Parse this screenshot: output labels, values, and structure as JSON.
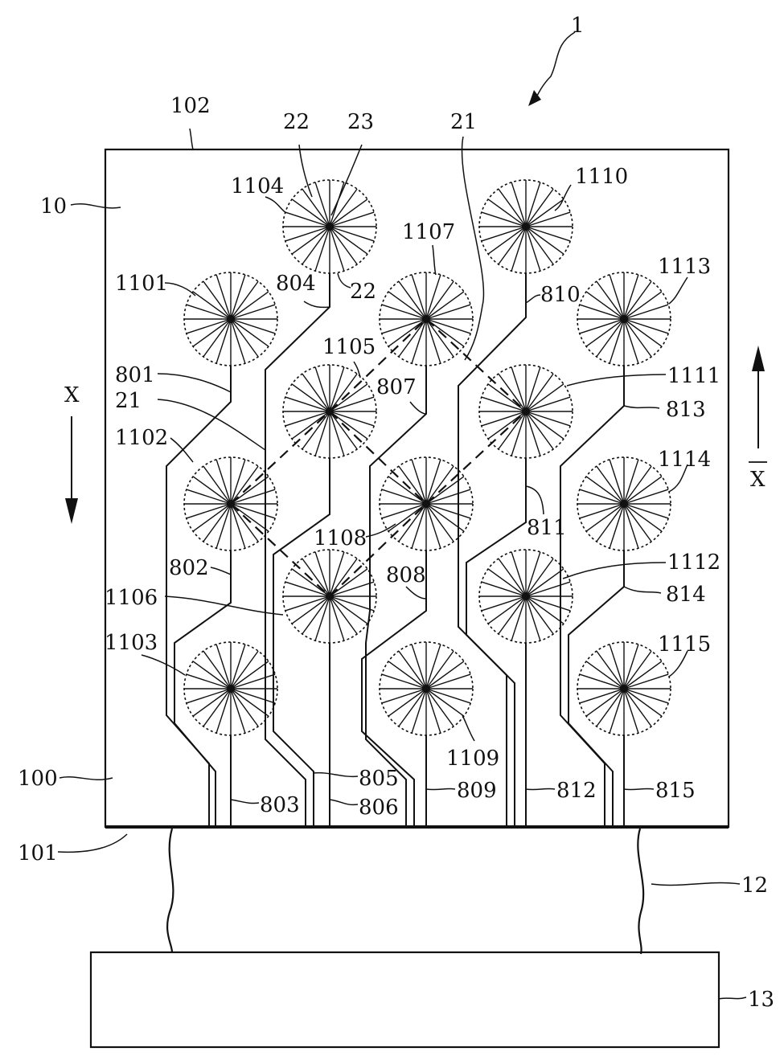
{
  "figure": {
    "device_ref": "1",
    "panel": {
      "ref": "10",
      "edge_top": "102",
      "edge_bottom": "101",
      "area": "100"
    },
    "flex_cable_ref": "12",
    "controller_ref": "13",
    "direction": {
      "forward": "X",
      "reverse": "X"
    }
  },
  "pads": [
    {
      "ref": "1101"
    },
    {
      "ref": "1102"
    },
    {
      "ref": "1103"
    },
    {
      "ref": "1104"
    },
    {
      "ref": "1105"
    },
    {
      "ref": "1106"
    },
    {
      "ref": "1107"
    },
    {
      "ref": "1108"
    },
    {
      "ref": "1109"
    },
    {
      "ref": "1110"
    },
    {
      "ref": "1111"
    },
    {
      "ref": "1112"
    },
    {
      "ref": "1113"
    },
    {
      "ref": "1114"
    },
    {
      "ref": "1115"
    }
  ],
  "traces": [
    {
      "ref": "801"
    },
    {
      "ref": "802"
    },
    {
      "ref": "803"
    },
    {
      "ref": "804"
    },
    {
      "ref": "805"
    },
    {
      "ref": "806"
    },
    {
      "ref": "807"
    },
    {
      "ref": "808"
    },
    {
      "ref": "809"
    },
    {
      "ref": "810"
    },
    {
      "ref": "811"
    },
    {
      "ref": "812"
    },
    {
      "ref": "813"
    },
    {
      "ref": "814"
    },
    {
      "ref": "815"
    }
  ],
  "elements": {
    "spoke_ref": "22",
    "spoke_ref_lower": "22",
    "center_ref": "23",
    "link_ref_top": "21",
    "link_ref_left": "21"
  }
}
